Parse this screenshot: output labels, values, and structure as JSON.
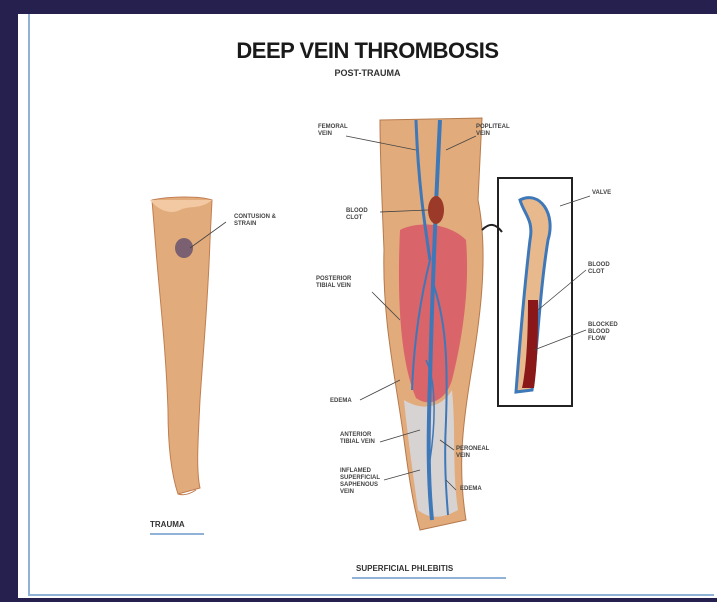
{
  "diagram": {
    "title": "DEEP VEIN THROMBOSIS",
    "subtitle": "POST-TRAUMA",
    "captions": {
      "trauma": "TRAUMA",
      "phlebitis": "SUPERFICIAL PHLEBITIS"
    },
    "labels": {
      "femoral_vein": "FEMORAL VEIN",
      "popliteal_vein": "POPLITEAL VEIN",
      "blood_clot": "BLOOD CLOT",
      "contusion": "CONTUSION & STRAIN",
      "posterior_tibial_vein": "POSTERIOR TIBIAL VEIN",
      "edema_left": "EDEMA",
      "anterior_tibial_vein": "ANTERIOR TIBIAL VEIN",
      "inflamed_saphenous": "INFLAMED SUPERFICIAL SAPHENOUS VEIN",
      "peroneal_vein": "PERONEAL VEIN",
      "edema_right": "EDEMA",
      "valve": "VALVE",
      "blood_clot_inset": "BLOOD CLOT",
      "blocked_blood_flow": "BLOCKED BLOOD FLOW"
    },
    "colors": {
      "skin": "#e0a878",
      "muscle": "#d9646a",
      "vein": "#3e78b8",
      "clot": "#8a1818"
    }
  }
}
